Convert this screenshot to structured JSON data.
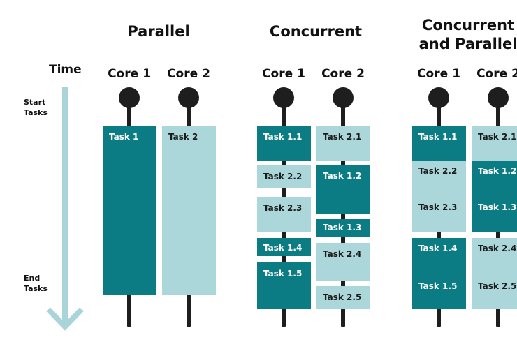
{
  "timeline": {
    "label": "Time",
    "start_label": "Start\nTasks",
    "end_label": "End\nTasks"
  },
  "parallel": {
    "title": "Parallel",
    "core1": "Core 1",
    "core2": "Core 2",
    "core1_tasks": [
      "Task 1"
    ],
    "core2_tasks": [
      "Task 2"
    ]
  },
  "concurrent": {
    "title": "Concurrent",
    "core1": "Core 1",
    "core2": "Core 2",
    "core1_tasks": [
      "Task 1.1",
      "Task 2.2",
      "Task 2.3",
      "Task 1.4",
      "Task 1.5"
    ],
    "core2_tasks": [
      "Task 2.1",
      "Task 1.2",
      "Task 1.3",
      "Task 2.4",
      "Task 2.5"
    ]
  },
  "concurrent_parallel": {
    "title": "Concurrent\nand Parallel",
    "core1": "Core 1",
    "core2": "Core 2",
    "core1_tasks": [
      "Task 1.1",
      "Task 2.2",
      "Task 2.3",
      "Task 1.4",
      "Task 1.5"
    ],
    "core2_tasks": [
      "Task 2.1",
      "Task 1.2",
      "Task 1.3",
      "Task 2.4",
      "Task 2.5"
    ]
  },
  "colors": {
    "dark_task": "#0b7c83",
    "light_task": "#abd7da",
    "time_arrow": "#a9d4d8",
    "core_line": "#1e1e1e"
  }
}
